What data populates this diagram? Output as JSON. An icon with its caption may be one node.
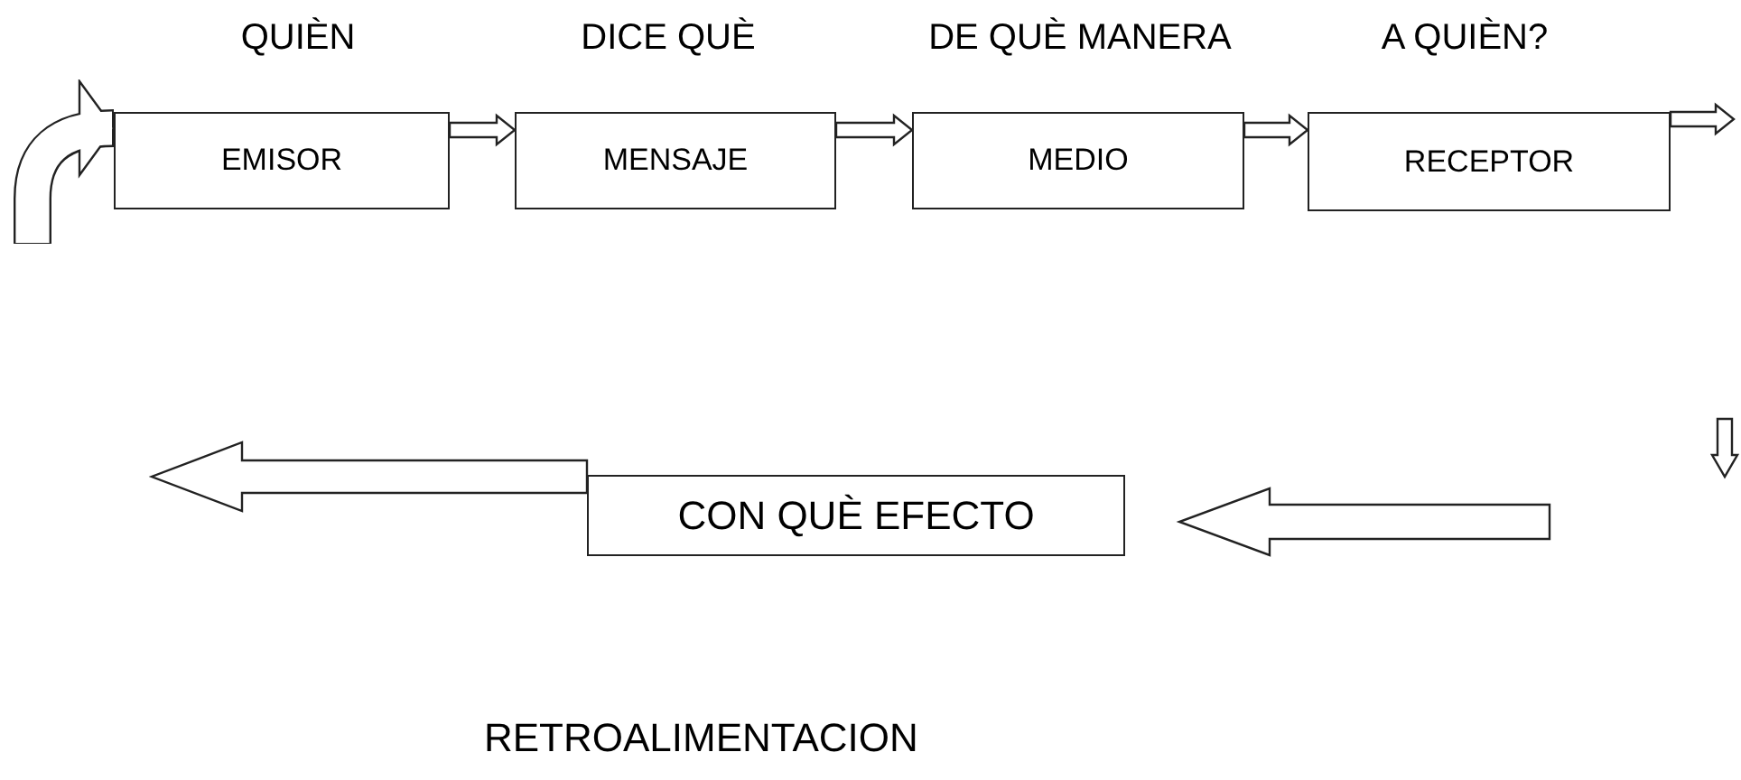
{
  "diagram": {
    "nodes": [
      {
        "text": [
          "EMISOR"
        ],
        "beside": [
          "QUIÈN"
        ]
      },
      {
        "text": [
          "MENSAJE"
        ],
        "beside": [
          "DICE QUÈ"
        ]
      },
      {
        "text": [
          "MEDIO"
        ],
        "beside": [
          "DE QUÈ MANERA"
        ]
      },
      {
        "text": [
          "RECEPTOR"
        ],
        "beside": [
          "A QUIÈN?"
        ]
      },
      {
        "text": [
          "CON QUÈ EFECTO"
        ]
      }
    ],
    "edges": [
      {
        "from": null,
        "to": 0,
        "arrow": "to"
      },
      {
        "from": 0,
        "to": 1,
        "arrow": "to"
      },
      {
        "from": 1,
        "to": 2,
        "arrow": "to"
      },
      {
        "from": 2,
        "to": 3,
        "arrow": "to"
      },
      {
        "from": 3,
        "to": null,
        "arrow": "to"
      },
      {
        "from": null,
        "to": 4,
        "arrow": "to"
      },
      {
        "from": 4,
        "to": null,
        "arrow": "to"
      }
    ],
    "labels": [
      "RETROALIMENTACION"
    ]
  }
}
